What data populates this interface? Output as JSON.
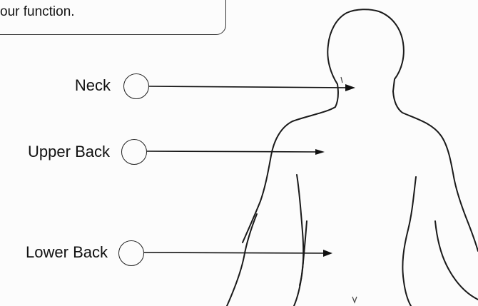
{
  "instruction": {
    "text": "our function."
  },
  "locations": [
    {
      "id": "neck",
      "label": "Neck"
    },
    {
      "id": "upper-back",
      "label": "Upper Back"
    },
    {
      "id": "lower-back",
      "label": "Lower Back"
    }
  ],
  "colors": {
    "ink": "#111111",
    "background": "#fcfcfc"
  }
}
